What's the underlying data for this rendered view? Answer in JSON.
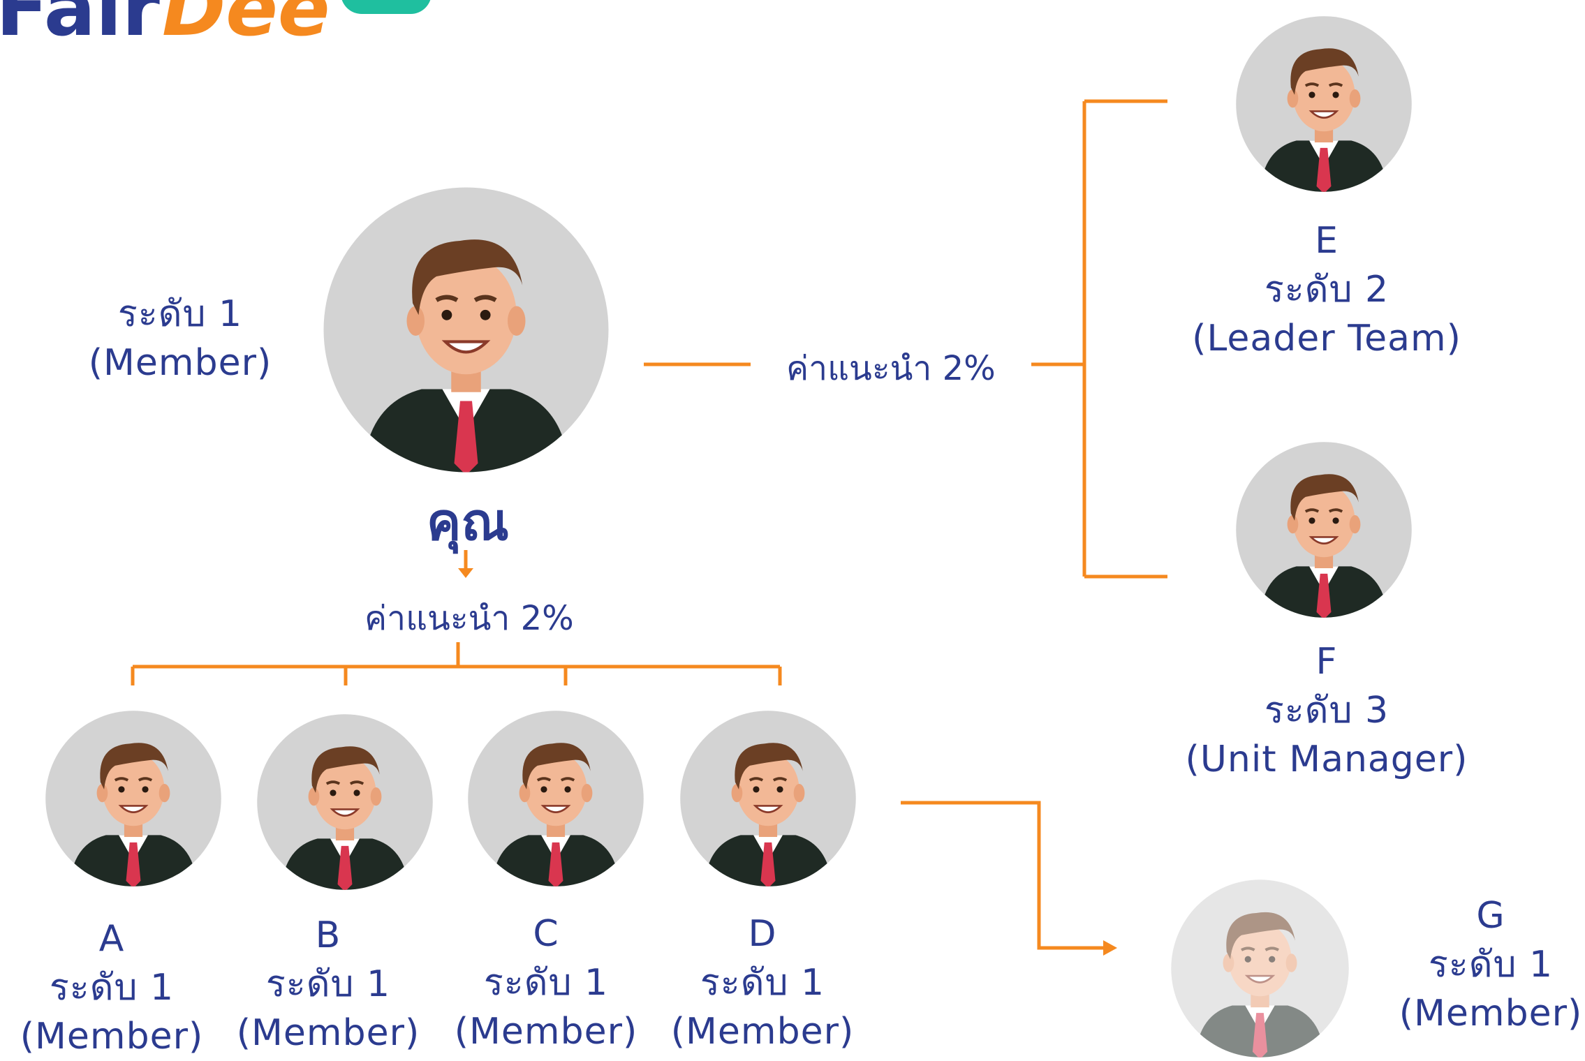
{
  "brand": {
    "name_part1": "Fair",
    "name_part2": "Dee"
  },
  "you": {
    "label": "คุณ",
    "level": "ระดับ 1",
    "role": "(Member)"
  },
  "fees": {
    "to_upline": "ค่าแนะนำ 2%",
    "to_downline": "ค่าแนะนำ 2%"
  },
  "upline": [
    {
      "letter": "E",
      "level": "ระดับ 2",
      "role": "(Leader Team)"
    },
    {
      "letter": "F",
      "level": "ระดับ 3",
      "role": "(Unit Manager)"
    }
  ],
  "downline": [
    {
      "letter": "A",
      "level": "ระดับ 1",
      "role": "(Member)"
    },
    {
      "letter": "B",
      "level": "ระดับ 1",
      "role": "(Member)"
    },
    {
      "letter": "C",
      "level": "ระดับ 1",
      "role": "(Member)"
    },
    {
      "letter": "D",
      "level": "ระดับ 1",
      "role": "(Member)"
    }
  ],
  "second_level": {
    "letter": "G",
    "level": "ระดับ 1",
    "role": "(Member)"
  },
  "colors": {
    "accent": "#f5891f",
    "text": "#2b3b8f",
    "avatar_bg": "#d3d3d3",
    "suit": "#1f2a24",
    "tie": "#d9364f",
    "logo_bubble": "#1fbf9f"
  },
  "icons": {
    "person": "businessman-avatar-icon"
  }
}
